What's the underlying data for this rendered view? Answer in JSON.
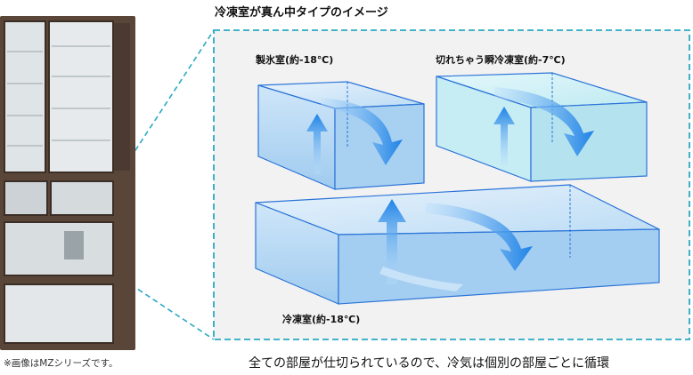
{
  "header": {
    "title": "冷凍室が真ん中タイプのイメージ"
  },
  "compartments": {
    "ice": {
      "label": "製氷室(約-18℃)"
    },
    "kirechau": {
      "label": "切れちゃう瞬冷凍室(約-7℃)"
    },
    "freezer": {
      "label": "冷凍室(約-18℃)"
    }
  },
  "footer": {
    "caption": "全ての部屋が仕切られているので、冷気は個別の部屋ごとに循環"
  },
  "note": {
    "text": "※画像はMZシリーズです。"
  },
  "colors": {
    "dashed_border": "#2aa9c4",
    "box_fill": "#a8d4f2",
    "box_edge": "#2b74d8",
    "arrow": "#1a86e8",
    "fridge_body": "#5a4638"
  }
}
